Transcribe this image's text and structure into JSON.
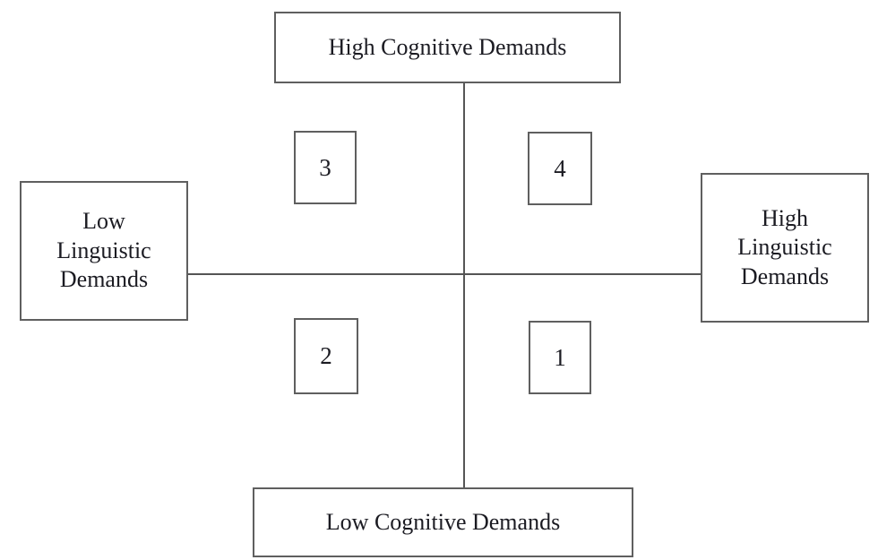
{
  "diagram": {
    "type": "quadrant-diagram",
    "axes": {
      "top_label": "High Cognitive Demands",
      "bottom_label": "Low Cognitive Demands",
      "left_label": "Low\nLinguistic\nDemands",
      "right_label": "High\nLinguistic\nDemands"
    },
    "quadrants": [
      {
        "number": "3",
        "position": "top-left"
      },
      {
        "number": "4",
        "position": "top-right"
      },
      {
        "number": "2",
        "position": "bottom-left"
      },
      {
        "number": "1",
        "position": "bottom-right"
      }
    ],
    "colors": {
      "background": "#ffffff",
      "border": "#5f5f5f",
      "line": "#555555",
      "text": "#1b1b22"
    }
  }
}
